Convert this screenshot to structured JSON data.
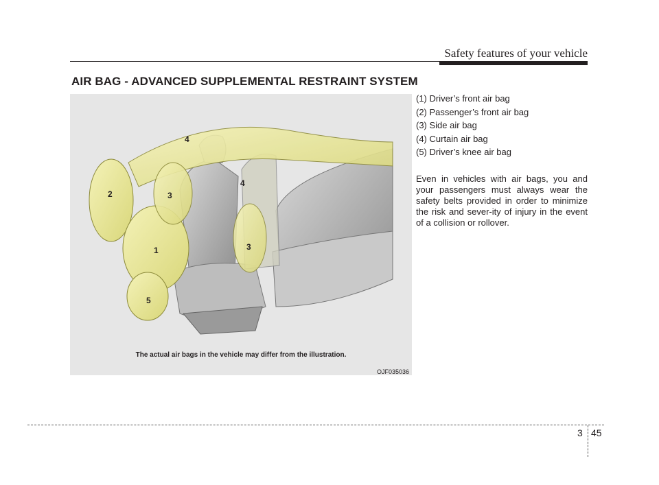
{
  "header": {
    "section_title": "Safety features of your vehicle"
  },
  "main": {
    "heading": "AIR BAG - ADVANCED SUPPLEMENTAL RESTRAINT SYSTEM"
  },
  "figure": {
    "caption": "The actual air bags in the vehicle may differ from the illustration.",
    "code": "OJF035036",
    "callouts": [
      "1",
      "2",
      "3",
      "3",
      "4",
      "4",
      "5"
    ],
    "colors": {
      "airbag_fill": "#e8e69a",
      "airbag_stroke": "#8c8a3a",
      "seat_fill": "#b8b8b8",
      "background": "#e6e6e6"
    }
  },
  "airbag_list": [
    "(1) Driver’s front air bag",
    "(2) Passenger’s front air bag",
    "(3) Side air bag",
    "(4) Curtain air bag",
    "(5) Driver’s knee air bag"
  ],
  "body_text": "Even in vehicles with air bags, you and your passengers must always wear the safety belts provided in order to minimize the risk and sever-ity of injury in the event of a collision or rollover.",
  "footer": {
    "section": "3",
    "page": "45"
  }
}
